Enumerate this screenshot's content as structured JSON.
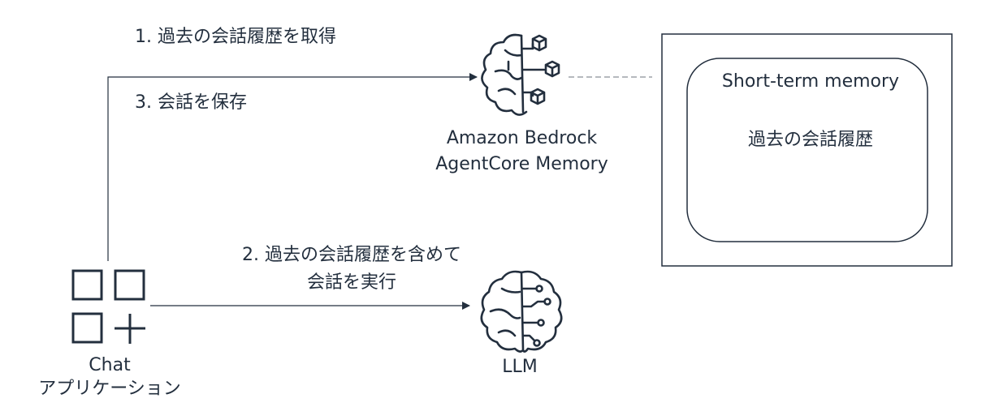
{
  "steps": {
    "step1": "1. 過去の会話履歴を取得",
    "step2_line1": "2. 過去の会話履歴を含めて",
    "step2_line2": "会話を実行",
    "step3": "3. 会話を保存"
  },
  "memory_service": {
    "name_line1": "Amazon Bedrock",
    "name_line2": "AgentCore Memory",
    "icon": "brain-cubes-icon"
  },
  "short_term_memory": {
    "title": "Short-term memory",
    "content": "過去の会話履歴"
  },
  "chat_app": {
    "name_line1": "Chat",
    "name_line2": "アプリケーション",
    "icon": "app-grid-plus-icon"
  },
  "llm": {
    "name": "LLM",
    "icon": "brain-circuit-icon"
  },
  "colors": {
    "ink": "#232f3e",
    "dashed": "#8a8f96"
  }
}
